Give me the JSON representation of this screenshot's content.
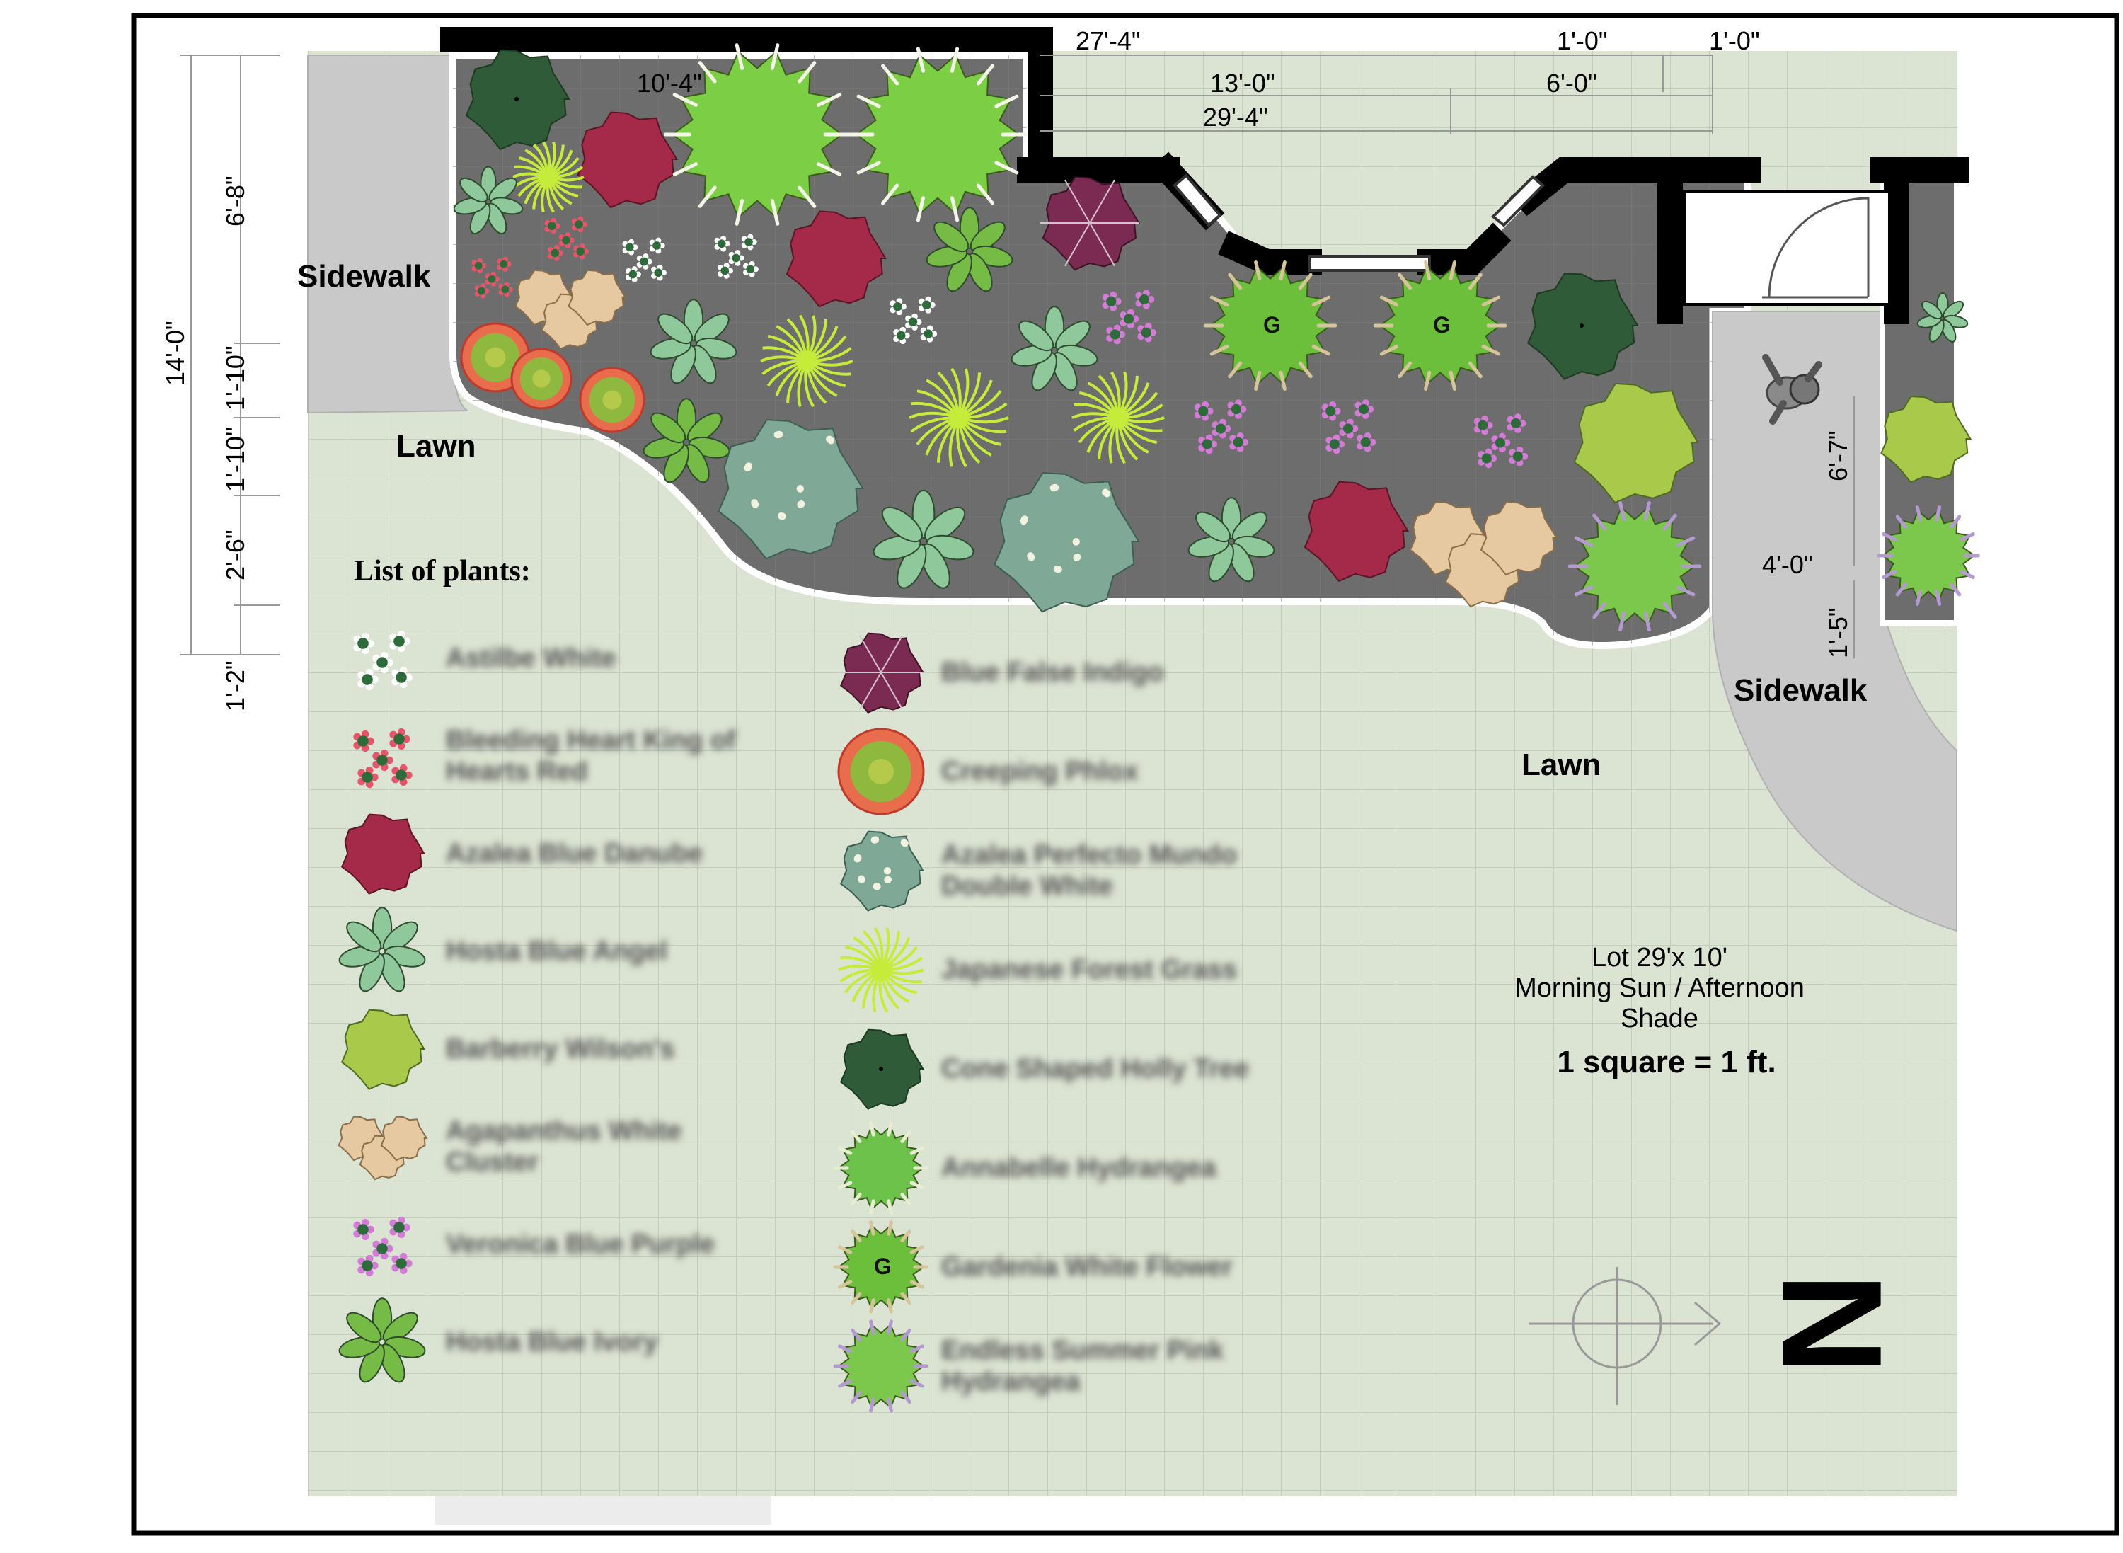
{
  "labels": {
    "sidewalk_left": "Sidewalk",
    "sidewalk_right": "Sidewalk",
    "lawn_left": "Lawn",
    "lawn_right": "Lawn",
    "plant_list_title": "List of plants:",
    "lot_line1": "Lot 29'x 10'",
    "lot_line2": "Morning Sun / Afternoon",
    "lot_line3": "Shade",
    "scale": "1 square = 1 ft.",
    "north": "N",
    "gardenia_mark": "G"
  },
  "dimensions": {
    "top_27_4": "27'-4\"",
    "top_1_0_a": "1'-0\"",
    "top_1_0_b": "1'-0\"",
    "top_10_4": "10'-4\"",
    "top_13_0": "13'-0\"",
    "top_6_0": "6'-0\"",
    "top_29_4": "29'-4\"",
    "left_14_0": "14'-0\"",
    "left_6_8": "6'-8\"",
    "left_1_10_a": "1'-10\"",
    "left_1_10_b": "1'-10\"",
    "left_2_6": "2'-6\"",
    "left_1_2": "1'-2\"",
    "right_6_7": "6'-7\"",
    "right_4_0": "4'-0\"",
    "right_1_5": "1'-5\""
  },
  "legend": {
    "left": [
      {
        "name": "Astilbe White",
        "icon": "astilbe-white-icon"
      },
      {
        "name": "Bleeding Heart King of Hearts Red",
        "icon": "bleeding-heart-icon"
      },
      {
        "name": "Azalea Blue Danube",
        "icon": "azalea-danube-icon"
      },
      {
        "name": "Hosta Blue Angel",
        "icon": "hosta-angel-icon"
      },
      {
        "name": "Barberry Wilson's",
        "icon": "barberry-icon"
      },
      {
        "name": "Agapanthus White Cluster",
        "icon": "agapanthus-icon"
      },
      {
        "name": "Veronica Blue Purple",
        "icon": "veronica-icon"
      },
      {
        "name": "Hosta Blue Ivory",
        "icon": "hosta-ivory-icon"
      }
    ],
    "right": [
      {
        "name": "Blue False Indigo",
        "icon": "false-indigo-icon"
      },
      {
        "name": "Creeping Phlox",
        "icon": "creeping-phlox-icon"
      },
      {
        "name": "Azalea Perfecto Mundo Double White",
        "icon": "azalea-white-icon"
      },
      {
        "name": "Japanese Forest Grass",
        "icon": "forest-grass-icon"
      },
      {
        "name": "Cone Shaped Holly Tree",
        "icon": "holly-tree-icon"
      },
      {
        "name": "Annabelle Hydrangea",
        "icon": "hydrangea-icon"
      },
      {
        "name": "Gardenia White Flower",
        "icon": "gardenia-icon"
      },
      {
        "name": "Endless Summer Pink Hydrangea",
        "icon": "pink-hydrangea-icon"
      }
    ]
  },
  "colors": {
    "lawn": "#dbe3d2",
    "bed": "#6e6e6e",
    "sidewalk": "#c9c9c9",
    "wall": "#000000",
    "grid": "#c6cfc0"
  }
}
